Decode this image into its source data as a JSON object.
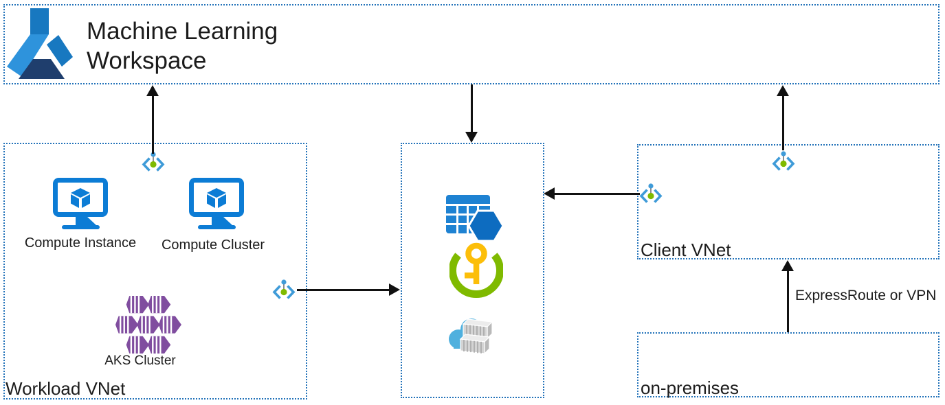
{
  "diagram": {
    "ml_workspace": {
      "label": "Machine Learning Workspace"
    },
    "workload_vnet": {
      "label": "Workload VNet",
      "compute_instance_label": "Compute Instance",
      "compute_cluster_label": "Compute Cluster",
      "aks_cluster_label": "AKS Cluster"
    },
    "client_vnet": {
      "label": "Client VNet"
    },
    "on_premises": {
      "label": "on-premises"
    },
    "edge_label": "ExpressRoute or VPN"
  },
  "icons": {
    "ml_logo": "azure-machine-learning-logo",
    "private_endpoint": "private-endpoint-icon",
    "compute": "virtual-machine-monitor-icon",
    "aks": "aks-cluster-hexagons-icon",
    "table_storage": "storage-table-icon",
    "key_vault": "key-vault-icon",
    "container_registry": "container-registry-icon"
  },
  "colors": {
    "box_border_blue": "#2272b9",
    "arrow_black": "#111111",
    "azure_blue": "#0c7cd5",
    "endpoint_blue": "#3f9bd8",
    "endpoint_green": "#7fba00",
    "aks_purple": "#804d9f",
    "key_vault_green": "#7fba00",
    "key_yellow": "#fcbe09",
    "registry_cloud_blue": "#4fb0de",
    "table_blue": "#1e82d2",
    "hexagon_blue": "#0d6cc0",
    "logo_navy": "#1f3e6d"
  }
}
